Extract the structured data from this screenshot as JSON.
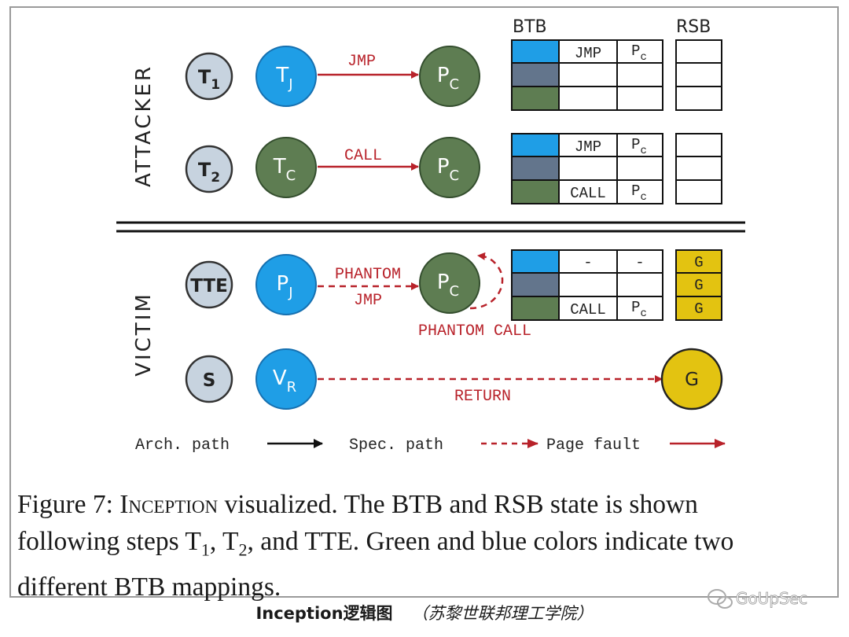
{
  "labels": {
    "btb": "BTB",
    "rsb": "RSB",
    "attacker": "ATTACKER",
    "victim": "VICTIM"
  },
  "nodes": {
    "t1": "T",
    "t1_sub": "1",
    "tj": "T",
    "tj_sub": "J",
    "pc1": "P",
    "pc1_sub": "C",
    "t2": "T",
    "t2_sub": "2",
    "tc": "T",
    "tc_sub": "C",
    "pc2": "P",
    "pc2_sub": "C",
    "tte": "TTE",
    "pj": "P",
    "pj_sub": "J",
    "pc3": "P",
    "pc3_sub": "C",
    "s": "S",
    "vr": "V",
    "vr_sub": "R",
    "g": "G"
  },
  "edges": {
    "jmp": "JMP",
    "call": "CALL",
    "phantom_jmp_1": "PHANTOM",
    "phantom_jmp_2": "JMP",
    "phantom_call": "PHANTOM CALL",
    "return": "RETURN"
  },
  "btb_tables": {
    "t1": {
      "row1": [
        "JMP",
        "P",
        "c"
      ],
      "row2": [
        "",
        "",
        ""
      ],
      "row3": [
        "",
        "",
        ""
      ]
    },
    "t2": {
      "row1": [
        "JMP",
        "P",
        "c"
      ],
      "row2": [
        "",
        "",
        ""
      ],
      "row3": [
        "CALL",
        "P",
        "c"
      ]
    },
    "tte": {
      "row1": [
        "-",
        "-",
        ""
      ],
      "row2": [
        "",
        "",
        ""
      ],
      "row3": [
        "CALL",
        "P",
        "c"
      ]
    }
  },
  "rsb": {
    "tte": [
      "G",
      "G",
      "G"
    ]
  },
  "legend": {
    "arch": "Arch. path",
    "spec": "Spec. path",
    "fault": "Page fault"
  },
  "caption": {
    "fig": "Figure 7: ",
    "name": "Inception",
    "text1": " visualized. The BTB and RSB state is shown",
    "text2a": "following steps T",
    "sub1": "1",
    "text2b": ", T",
    "sub2": "2",
    "text2c": ", and TTE. Green and blue colors indicate two",
    "text3": "different BTB mappings."
  },
  "subtitle": {
    "main": "Inception逻辑图",
    "inst": "（苏黎世联邦理工学院）"
  },
  "watermark": "GoUpSec",
  "colors": {
    "blue": "#1f9ee6",
    "green": "#5e7d52",
    "slate": "#63758c",
    "gray": "#c7d3df",
    "yellow": "#e3c311",
    "red": "#b8222a"
  }
}
